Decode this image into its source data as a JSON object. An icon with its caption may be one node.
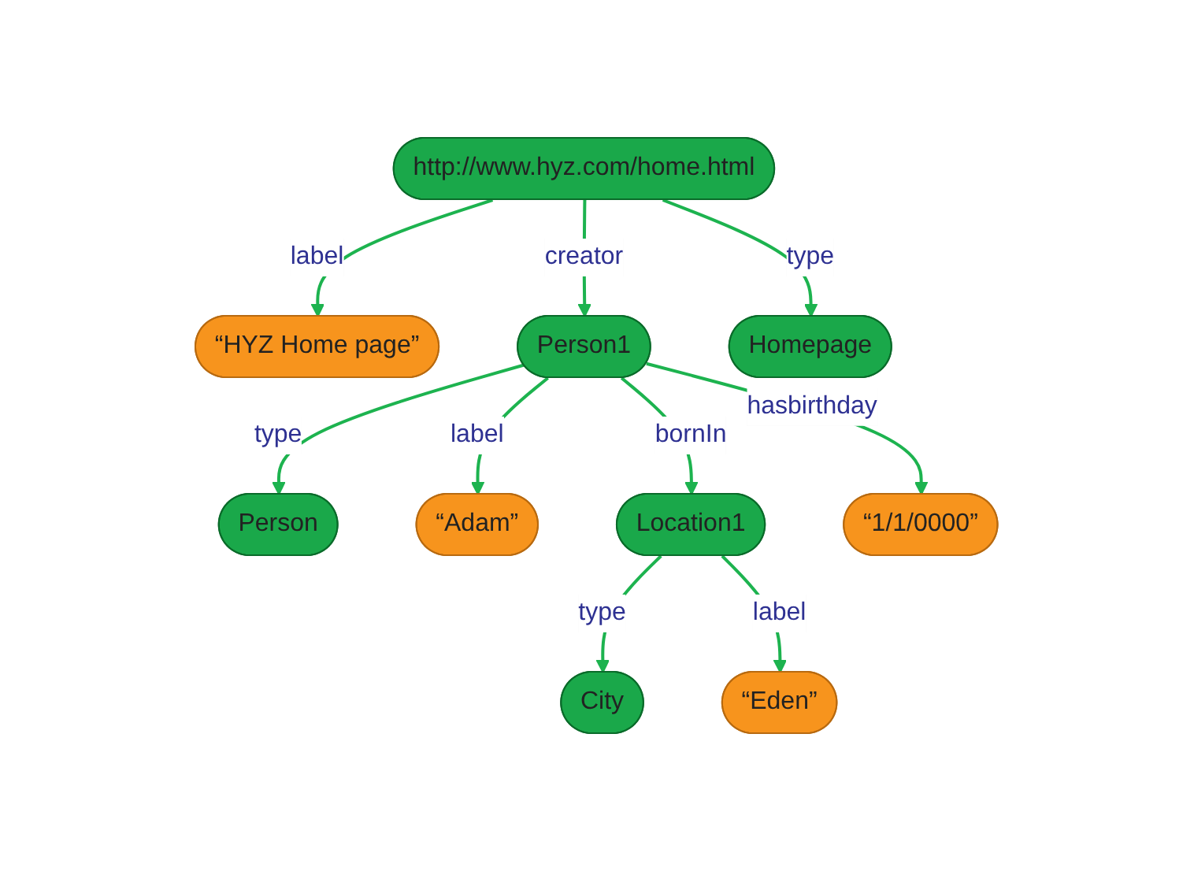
{
  "diagram": {
    "nodes": [
      {
        "text": [
          "Person"
        ]
      },
      {
        "text": [
          "“Adam”"
        ]
      },
      {
        "text": [
          "“HYZ Home page”"
        ]
      },
      {
        "text": [
          "Person1"
        ]
      },
      {
        "text": [
          "http://www.hyz.com/home.html"
        ]
      },
      {
        "text": [
          "Location1"
        ]
      },
      {
        "text": [
          "“1/1/0000”"
        ]
      },
      {
        "text": [
          "Homepage"
        ]
      },
      {
        "text": [
          "City"
        ]
      },
      {
        "text": [
          "“Eden”"
        ]
      }
    ],
    "edges": [
      {
        "from": 3,
        "to": 0,
        "arrow": "to",
        "label": "type"
      },
      {
        "from": 3,
        "to": 1,
        "arrow": "to",
        "label": "label"
      },
      {
        "from": 4,
        "to": 2,
        "arrow": "to",
        "label": "label"
      },
      {
        "from": 4,
        "to": 3,
        "arrow": "to",
        "label": "creator"
      },
      {
        "from": 3,
        "to": 5,
        "arrow": "to",
        "label": "bornIn"
      },
      {
        "from": 3,
        "to": 6,
        "arrow": "to",
        "label": "hasbirthday"
      },
      {
        "from": 4,
        "to": 7,
        "arrow": "to",
        "label": "type"
      },
      {
        "from": 5,
        "to": 8,
        "arrow": "to",
        "label": "type"
      },
      {
        "from": 5,
        "to": 9,
        "arrow": "to",
        "label": "label"
      }
    ]
  }
}
